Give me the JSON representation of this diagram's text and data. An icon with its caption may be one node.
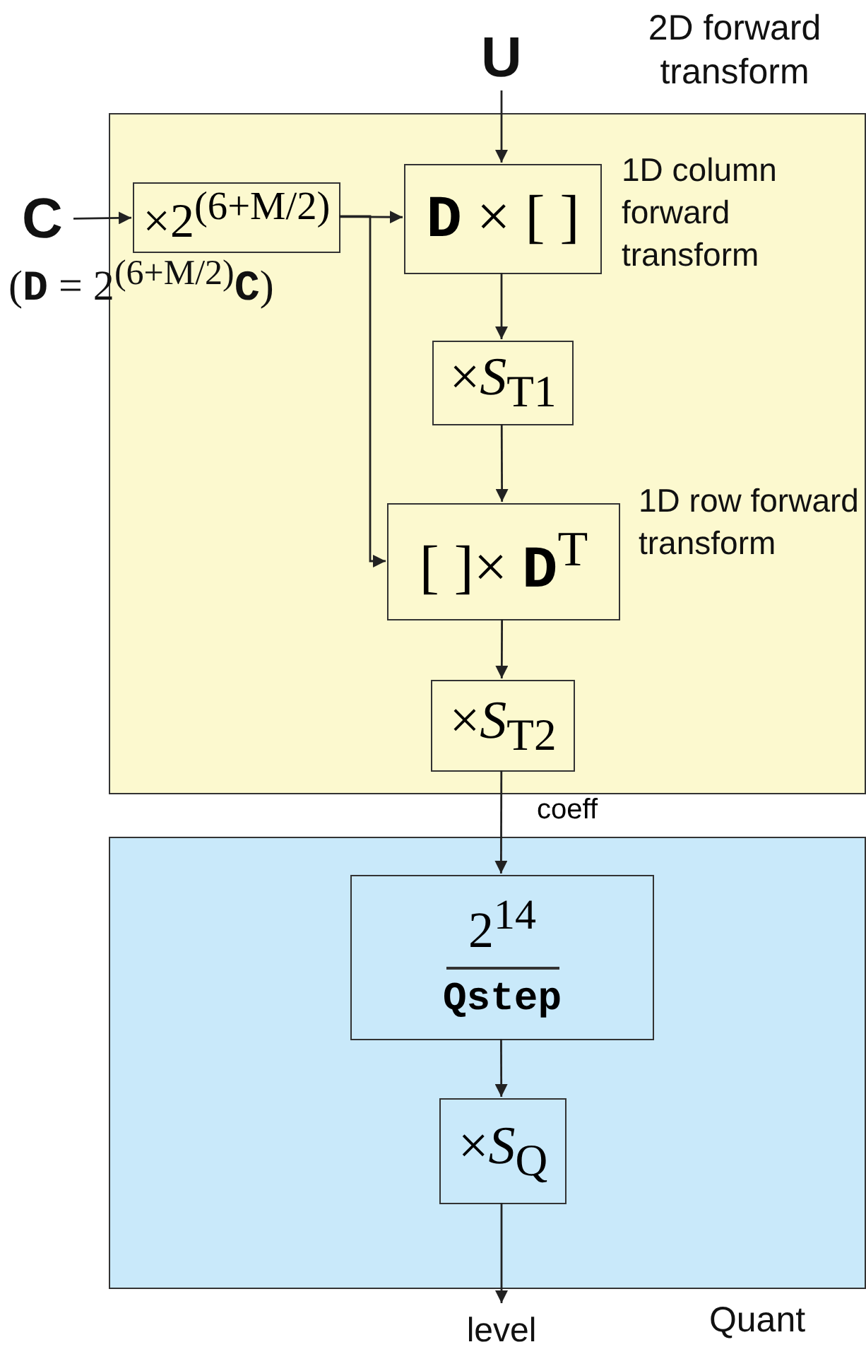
{
  "diagram": {
    "nodes": [
      {
        "text": [
          "2D forward transform"
        ]
      },
      {
        "text": [
          "Quant"
        ]
      },
      {
        "text": [
          "U"
        ]
      },
      {
        "text": [
          "C"
        ]
      },
      {
        "text": [
          "×2$^{(6+M/2)}$"
        ],
        "in": 0,
        "beside": [
          "(**D** = 2$^{(6+M/2)}$**C**)"
        ]
      },
      {
        "text": [
          "**D** × [ ]"
        ],
        "in": 0,
        "beside": [
          "1D column forward transform"
        ]
      },
      {
        "text": [
          "×*S*$_{T1}$"
        ],
        "in": 0
      },
      {
        "text": [
          "[ ]× **D**$^{T}$"
        ],
        "in": 0,
        "beside": [
          "1D row forward transform"
        ]
      },
      {
        "text": [
          "×*S*$_{T2}$"
        ],
        "in": 0
      },
      {
        "text": [
          "2$^{14}$",
          "Qstep"
        ],
        "in": 1
      },
      {
        "text": [
          "×*S*$_{Q}$"
        ],
        "in": 1
      },
      {
        "text": [
          "level"
        ]
      }
    ],
    "edges": [
      {
        "from": 2,
        "to": 5,
        "arrow": "to"
      },
      {
        "from": 3,
        "to": 4,
        "arrow": "to"
      },
      {
        "from": 4,
        "to": 5,
        "arrow": "to"
      },
      {
        "from": 4,
        "to": 7,
        "arrow": "to"
      },
      {
        "from": 5,
        "to": 6,
        "arrow": "to"
      },
      {
        "from": 6,
        "to": 7,
        "arrow": "to"
      },
      {
        "from": 7,
        "to": 8,
        "arrow": "to"
      },
      {
        "from": 8,
        "to": 9,
        "label": "coeff",
        "arrow": "to"
      },
      {
        "from": 9,
        "to": 10,
        "arrow": "to"
      },
      {
        "from": 10,
        "to": 11,
        "arrow": "to"
      }
    ]
  }
}
